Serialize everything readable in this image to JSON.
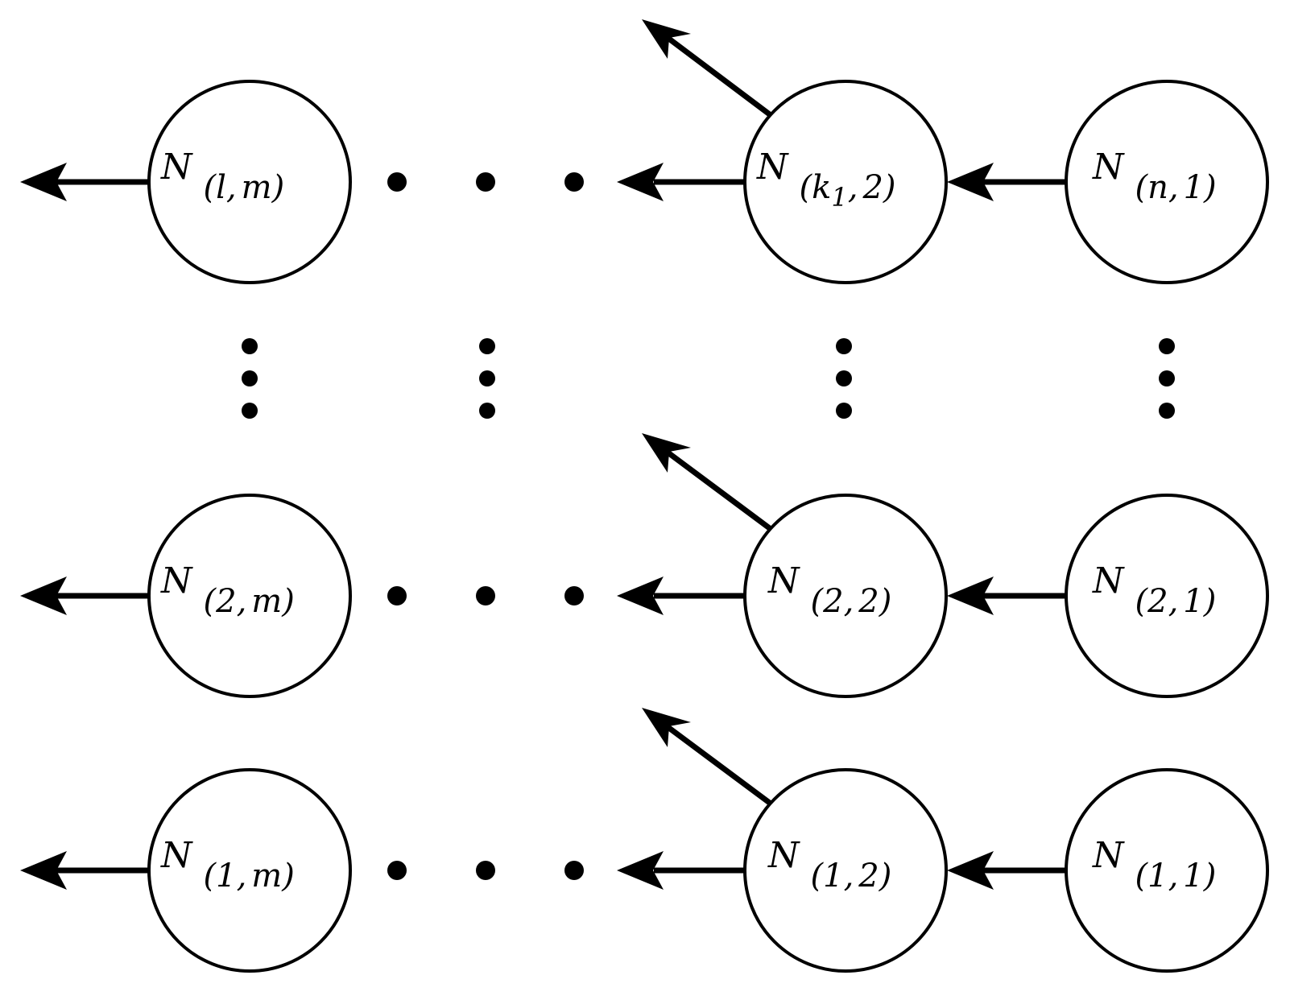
{
  "diagram": {
    "rows": [
      {
        "id": "row-l",
        "nodes": [
          {
            "id": "node-l-m",
            "symbol": "N",
            "open": "(",
            "first": "l",
            "first_sub": "",
            "sep": ",",
            "second": "m",
            "close": ")"
          },
          {
            "id": "node-k1-2",
            "symbol": "N",
            "open": "(",
            "first": "k",
            "first_sub": "1",
            "sep": ",",
            "second": "2",
            "close": ")"
          },
          {
            "id": "node-n-1",
            "symbol": "N",
            "open": "(",
            "first": "n",
            "first_sub": "",
            "sep": ",",
            "second": "1",
            "close": ")"
          }
        ]
      },
      {
        "id": "row-2",
        "nodes": [
          {
            "id": "node-2-m",
            "symbol": "N",
            "open": "(",
            "first": "2",
            "first_sub": "",
            "sep": ",",
            "second": "m",
            "close": ")"
          },
          {
            "id": "node-2-2",
            "symbol": "N",
            "open": "(",
            "first": "2",
            "first_sub": "",
            "sep": ",",
            "second": "2",
            "close": ")"
          },
          {
            "id": "node-2-1",
            "symbol": "N",
            "open": "(",
            "first": "2",
            "first_sub": "",
            "sep": ",",
            "second": "1",
            "close": ")"
          }
        ]
      },
      {
        "id": "row-1",
        "nodes": [
          {
            "id": "node-1-m",
            "symbol": "N",
            "open": "(",
            "first": "1",
            "first_sub": "",
            "sep": ",",
            "second": "m",
            "close": ")"
          },
          {
            "id": "node-1-2",
            "symbol": "N",
            "open": "(",
            "first": "1",
            "first_sub": "",
            "sep": ",",
            "second": "2",
            "close": ")"
          },
          {
            "id": "node-1-1",
            "symbol": "N",
            "open": "(",
            "first": "1",
            "first_sub": "",
            "sep": ",",
            "second": "1",
            "close": ")"
          }
        ]
      }
    ],
    "edges": [
      {
        "from": "node-n-1",
        "to": "node-k1-2"
      },
      {
        "from": "node-2-1",
        "to": "node-2-2"
      },
      {
        "from": "node-1-1",
        "to": "node-1-2"
      }
    ],
    "colors": {
      "stroke": "#000000",
      "fill": "#ffffff"
    }
  }
}
